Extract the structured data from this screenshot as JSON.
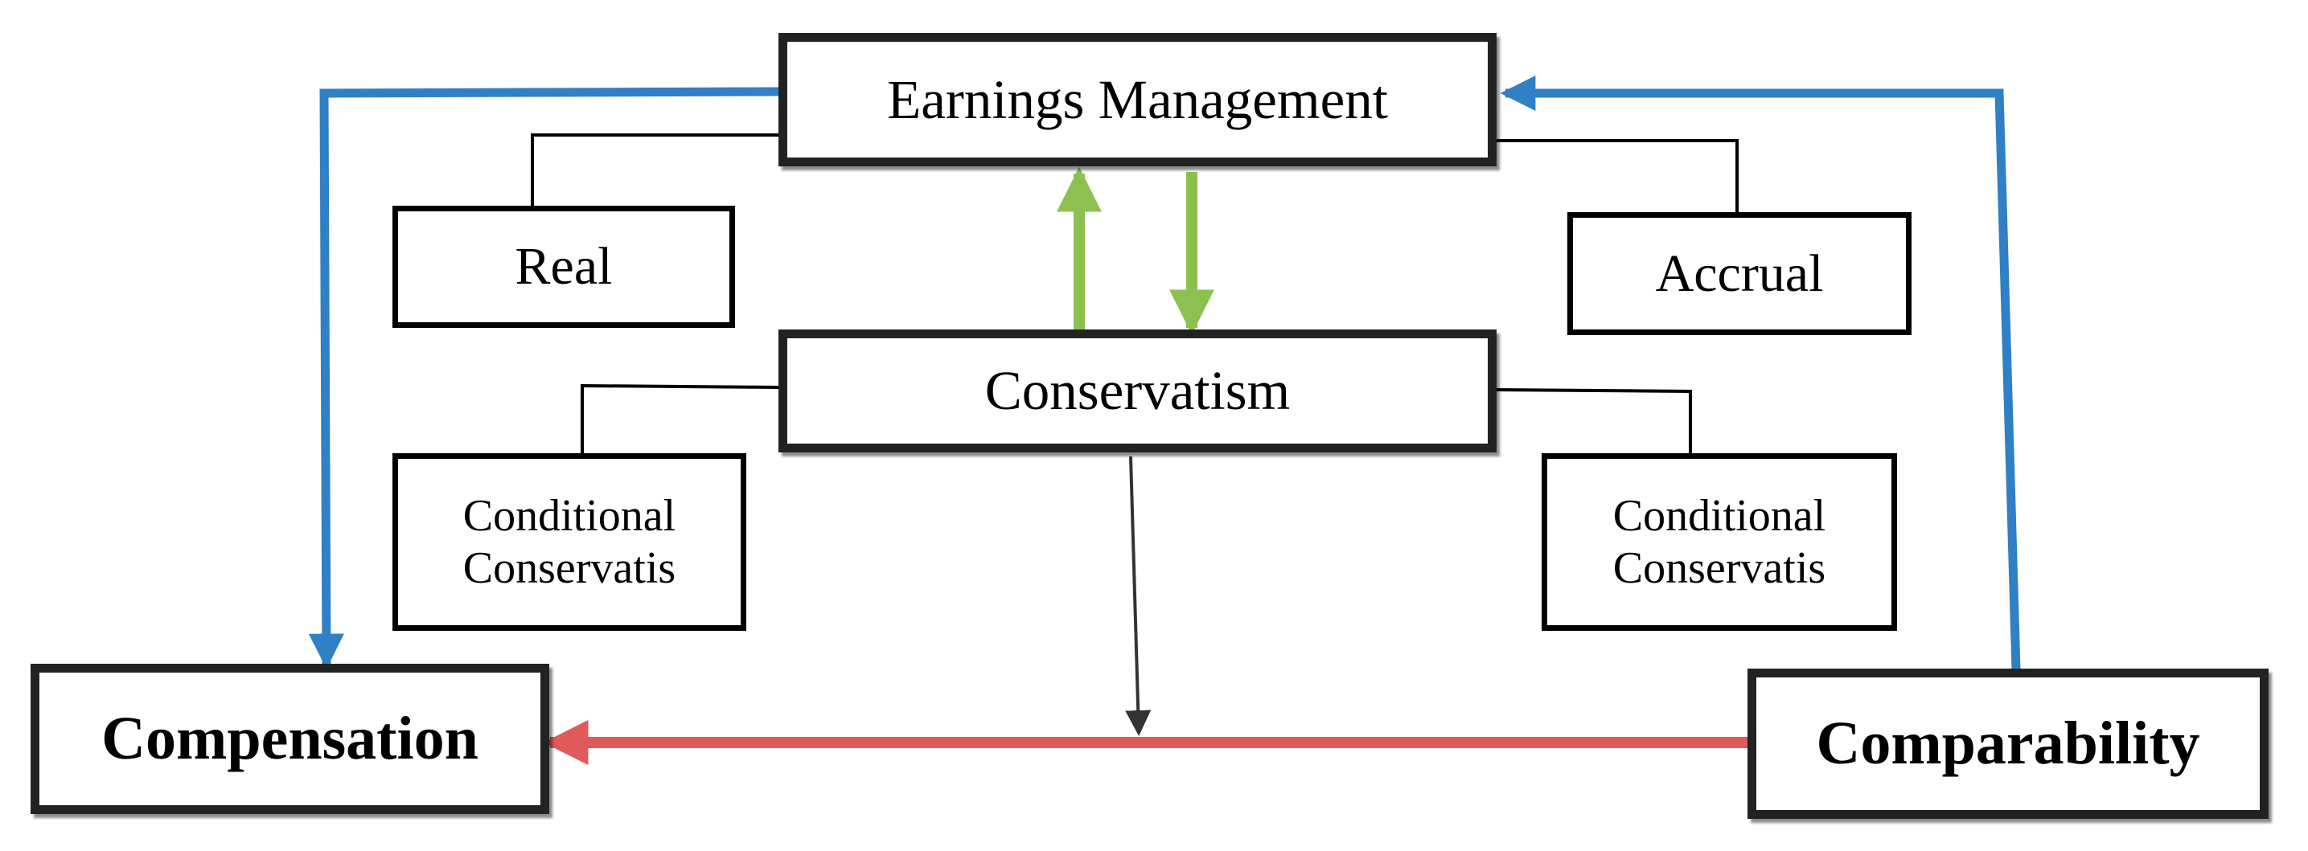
{
  "diagram": {
    "nodes": {
      "earnings_management": "Earnings Management",
      "real": "Real",
      "accrual": "Accrual",
      "conservatism": "Conservatism",
      "conditional_left": [
        "Conditional",
        "Conservatis"
      ],
      "conditional_right": [
        "Conditional",
        "Conservatis"
      ],
      "compensation": "Compensation",
      "comparability": "Comparability"
    },
    "edges": [
      {
        "from": "earnings_management",
        "to": "real",
        "type": "line"
      },
      {
        "from": "earnings_management",
        "to": "accrual",
        "type": "line"
      },
      {
        "from": "conservatism",
        "to": "earnings_management",
        "type": "arrow"
      },
      {
        "from": "earnings_management",
        "to": "conservatism",
        "type": "arrow"
      },
      {
        "from": "conservatism",
        "to": "conditional_left",
        "type": "line"
      },
      {
        "from": "conservatism",
        "to": "conditional_right",
        "type": "line"
      },
      {
        "from": "earnings_management",
        "to": "compensation",
        "type": "arrow"
      },
      {
        "from": "comparability",
        "to": "earnings_management",
        "type": "arrow"
      },
      {
        "from": "comparability",
        "to": "compensation",
        "type": "arrow"
      },
      {
        "from": "conservatism",
        "to": "comparability-compensation-link",
        "type": "arrow"
      }
    ],
    "colors": {
      "blue_arrow": "#2f80c4",
      "green_arrow": "#8cc152",
      "red_arrow": "#e05a5a",
      "black_line": "#000000"
    }
  }
}
